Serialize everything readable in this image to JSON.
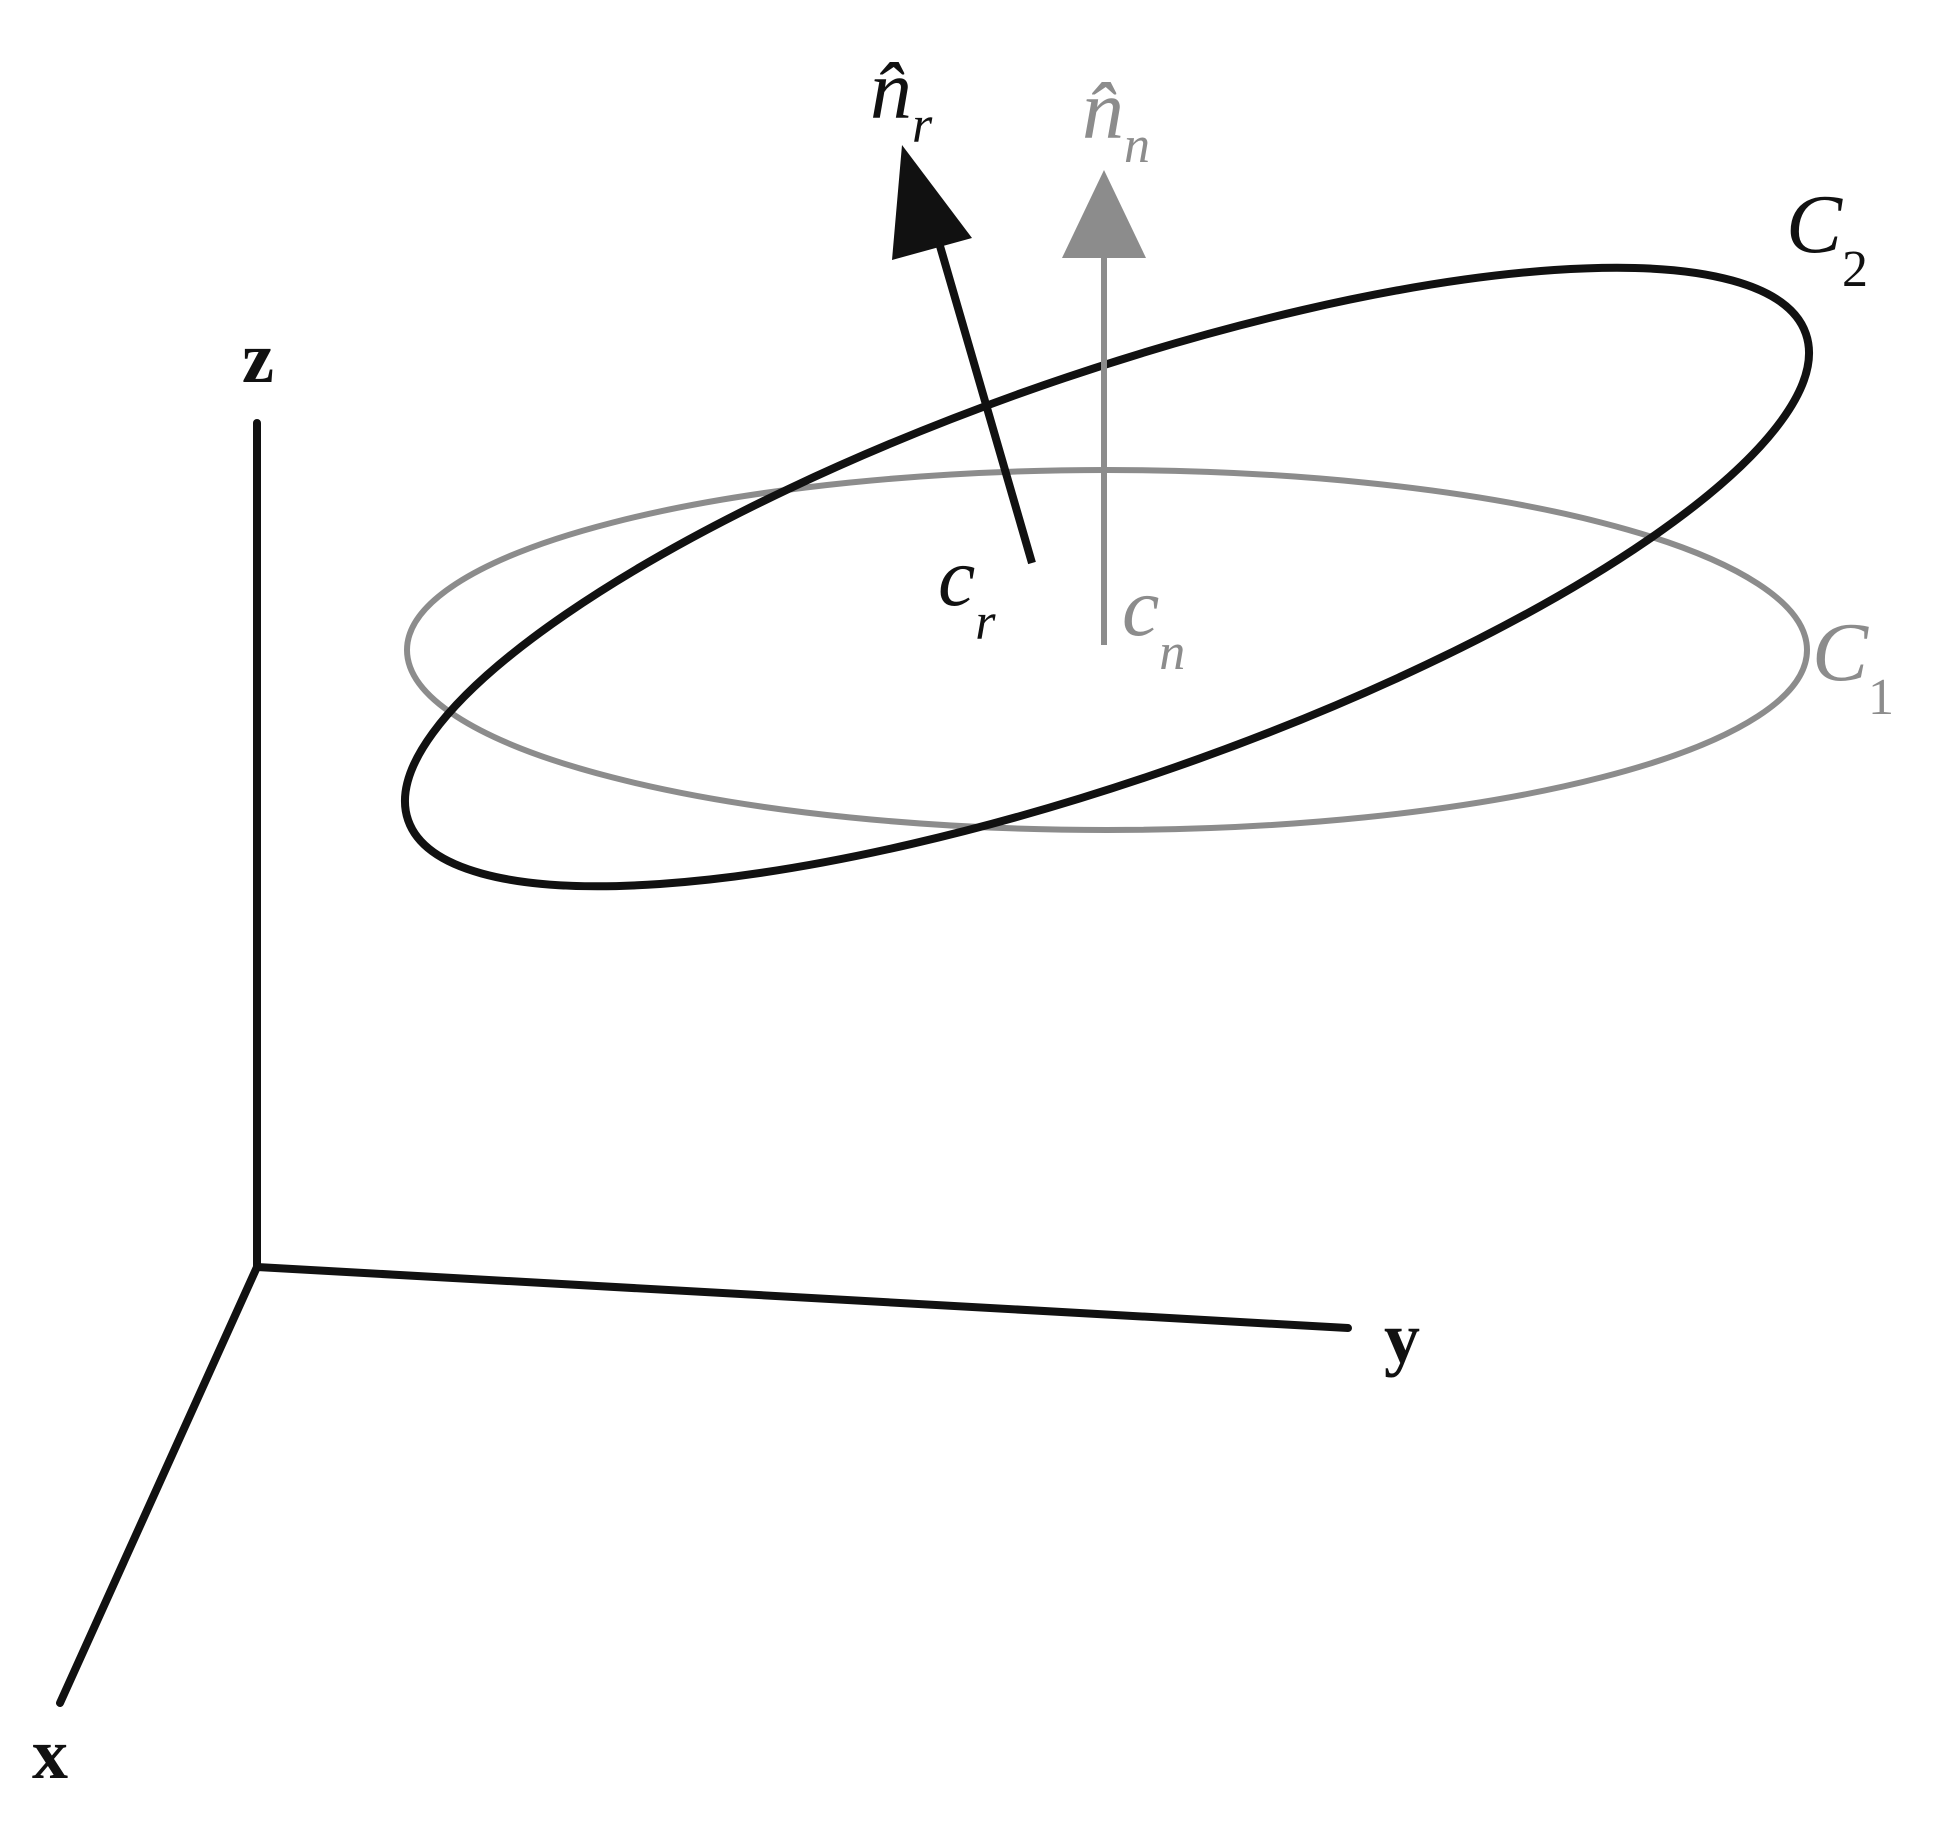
{
  "axes": {
    "x_label": "x",
    "y_label": "y",
    "z_label": "z"
  },
  "normals": {
    "rotated": {
      "symbol": "n̂",
      "subscript": "r"
    },
    "nominal": {
      "symbol": "n̂",
      "subscript": "n"
    }
  },
  "centers": {
    "rotated": {
      "symbol": "c",
      "subscript": "r"
    },
    "nominal": {
      "symbol": "c",
      "subscript": "n"
    }
  },
  "circles": {
    "tilted": {
      "symbol": "C",
      "subscript": "2"
    },
    "flat": {
      "symbol": "C",
      "subscript": "1"
    }
  },
  "colors": {
    "primary": "#111111",
    "secondary": "#8c8c8c"
  }
}
